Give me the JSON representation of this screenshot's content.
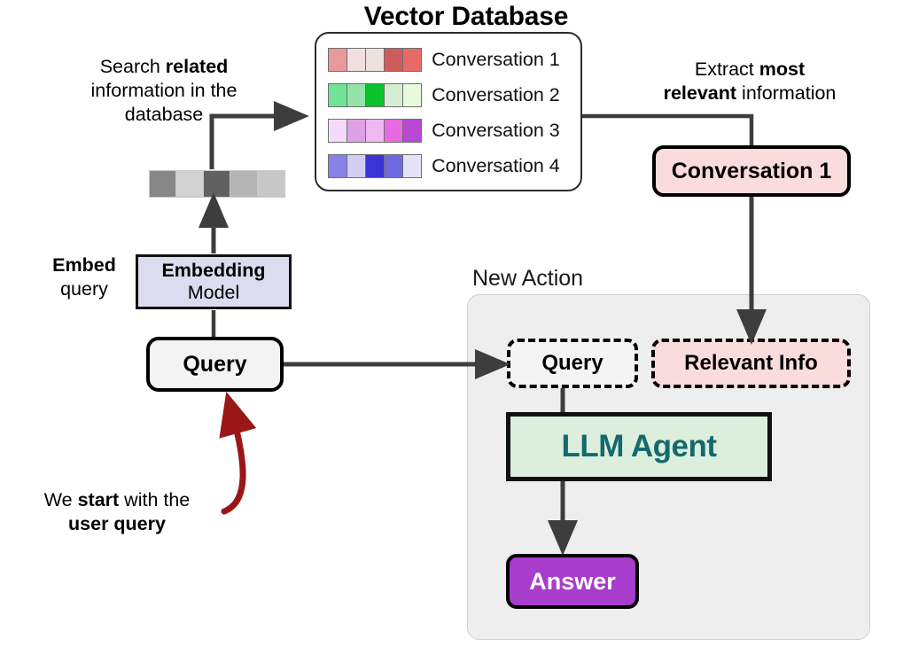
{
  "diagram": {
    "title": "Vector Database",
    "colors": {
      "conv1_fill": "#fbdcdc",
      "embedding_fill": "#dcdcf0",
      "llm_fill": "#dcefdc",
      "llm_text": "#14696e",
      "answer_fill": "#a83dcb",
      "panel_fill": "#eeeeee",
      "connector": "#3d3d3d",
      "red_arrow": "#9b1616"
    },
    "vector_database": {
      "title": "Vector Database",
      "rows": [
        {
          "label": "Conversation 1",
          "cells": [
            "#e8999a",
            "#f3dfdf",
            "#eee2df",
            "#cf5b5b",
            "#e76a66"
          ]
        },
        {
          "label": "Conversation 2",
          "cells": [
            "#70e396",
            "#95e2a8",
            "#0cc22a",
            "#d4edd3",
            "#e7fadf"
          ]
        },
        {
          "label": "Conversation 3",
          "cells": [
            "#f6dafb",
            "#dfa1e6",
            "#eeb8f1",
            "#e86ae0",
            "#b948d4"
          ]
        },
        {
          "label": "Conversation 4",
          "cells": [
            "#8781e8",
            "#d0cff2",
            "#3a33d6",
            "#6f6ae0",
            "#e4e3f7"
          ]
        }
      ]
    },
    "query_vector": {
      "cells": [
        "#878787",
        "#d2d2d2",
        "#616161",
        "#b4b4b4",
        "#c7c7c7"
      ]
    },
    "annotations": {
      "search": {
        "line1_pre": "Search ",
        "line1_bold": "related",
        "line2": "information in the",
        "line3": "database"
      },
      "extract": {
        "line1_pre": "Extract ",
        "line1_bold": "most",
        "line2_bold": "relevant",
        "line2_post": " information"
      },
      "embed": {
        "line1_bold": "Embed",
        "line2": "query"
      },
      "start": {
        "line1_pre": "We ",
        "line1_bold": "start",
        "line1_post": " with the",
        "line2_bold": "user query"
      }
    },
    "boxes": {
      "embedding_model_line1": "Embedding",
      "embedding_model_line2": "Model",
      "query_left": "Query",
      "conversation_1": "Conversation 1",
      "new_action_label": "New Action",
      "query_dashed": "Query",
      "relevant_info": "Relevant Info",
      "llm_agent": "LLM Agent",
      "answer": "Answer"
    }
  }
}
